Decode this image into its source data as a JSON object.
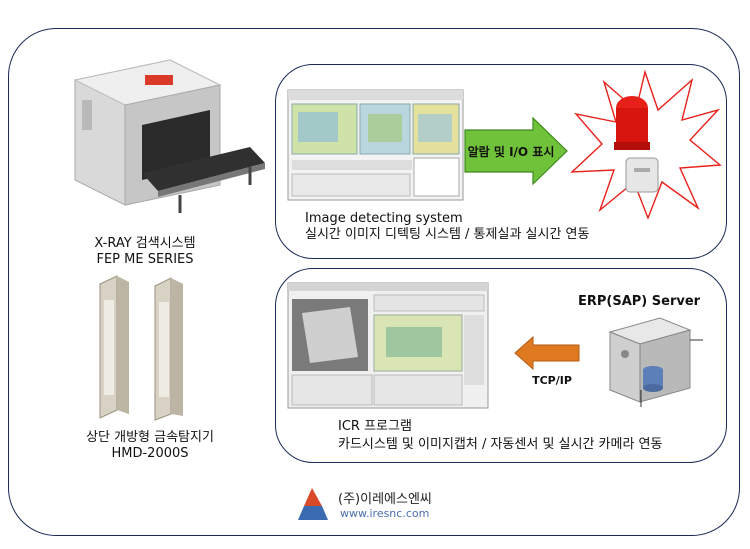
{
  "xray": {
    "title": "X-RAY 검색시스템",
    "model": "FEP ME SERIES"
  },
  "gate": {
    "title": "상단 개방형 금속탐지기",
    "model": "HMD-2000S"
  },
  "top_panel": {
    "arrow_label": "알람 및 I/O 표시",
    "system_name": "Image detecting system",
    "system_desc": "실시간 이미지 디텍팅 시스템 / 통제실과 실시간 연동"
  },
  "bottom_panel": {
    "server_label": "ERP(SAP) Server",
    "link_label": "TCP/IP",
    "program_name": "ICR 프로그램",
    "program_desc": "카드시스템 및 이미지캡처 / 자동센서 및 실시간 카메라 연동"
  },
  "logo": {
    "company": "(주)이레에스엔씨",
    "url": "www.iresnc.com"
  },
  "colors": {
    "frame": "#1a2a57",
    "arrow_green": "#6fc23a",
    "arrow_orange": "#e07a20",
    "beacon_red": "#e8201a"
  }
}
